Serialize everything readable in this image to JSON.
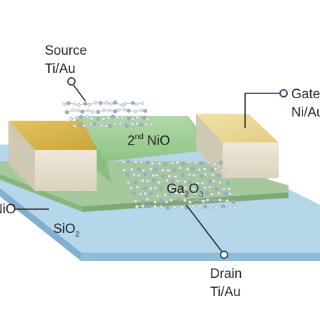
{
  "labels": {
    "source": "Source",
    "source_metal": "Ti/Au",
    "gate": "Gate",
    "gate_metal": "Ni/Au",
    "second_nio_sup": "nd",
    "second_nio_base": "2",
    "second_nio_name": " NiO",
    "channel_base": "Ga",
    "channel_sub1": "2",
    "channel_mid": "O",
    "channel_sub2": "3",
    "first_nio": "NiO",
    "substrate_base": "SiO",
    "substrate_sub": "2",
    "drain": "Drain",
    "drain_metal": "Ti/Au"
  },
  "colors": {
    "substrate_top": "#b6d6ea",
    "substrate_front": "#8fbcd8",
    "nio_layer": "#a7c89c",
    "gate_nio": "#9dcc94",
    "gold_top": "#d4b54c",
    "pad_side": "#e6e0cd",
    "atom_white": "#e9e9ee",
    "atom_blue": "#8fb2cc",
    "leader_circle": "#2a4a6a"
  }
}
